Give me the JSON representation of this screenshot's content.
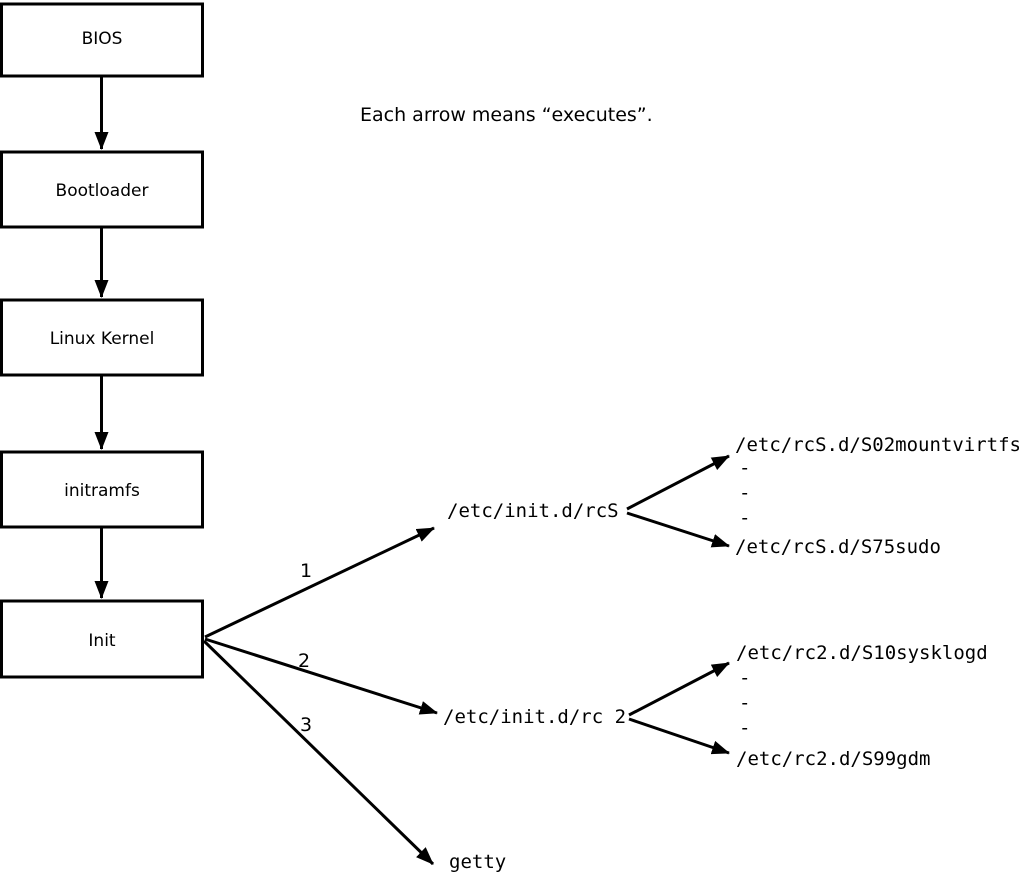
{
  "diagram": {
    "caption": "Each arrow means “executes”.",
    "colors": {
      "ink": "#000000",
      "background": "#ffffff",
      "box_fill": "#ffffff"
    },
    "boot_chain_boxes": [
      {
        "label": "BIOS"
      },
      {
        "label": "Bootloader"
      },
      {
        "label": "Linux Kernel"
      },
      {
        "label": "initramfs"
      },
      {
        "label": "Init"
      }
    ],
    "init_branches": [
      {
        "number": "1",
        "target": "/etc/init.d/rcS"
      },
      {
        "number": "2",
        "target": "/etc/init.d/rc 2"
      },
      {
        "number": "3",
        "target": "getty"
      }
    ],
    "rcS_children": [
      "/etc/rcS.d/S02mountvirtfs",
      "-",
      "-",
      "-",
      "/etc/rcS.d/S75sudo"
    ],
    "rc2_children": [
      "/etc/rc2.d/S10sysklogd",
      "-",
      "-",
      "-",
      "/etc/rc2.d/S99gdm"
    ]
  }
}
